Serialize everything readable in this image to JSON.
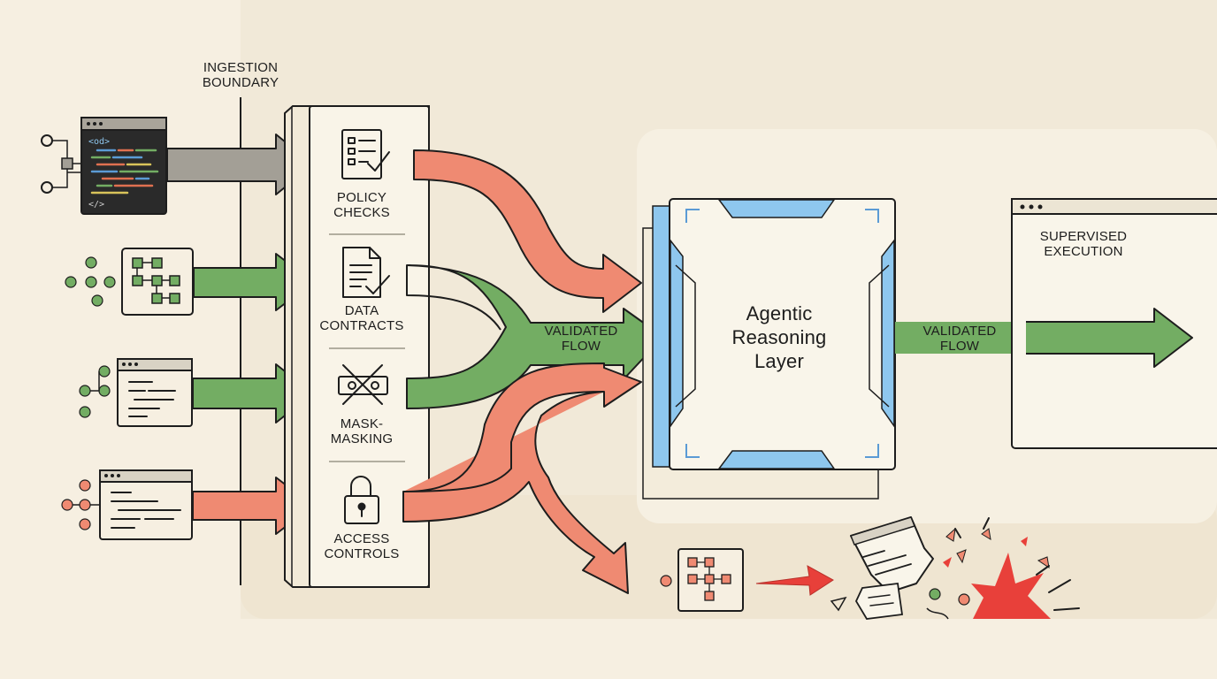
{
  "labels": {
    "ingestion_boundary": [
      "INGESTION",
      "BOUNDARY"
    ],
    "policy_checks": [
      "POLICY",
      "CHECKS"
    ],
    "data_contracts": [
      "DATA",
      "CONTRACTS"
    ],
    "mask_masking": [
      "MASK-",
      "MASKING"
    ],
    "access_controls": [
      "ACCESS",
      "CONTROLS"
    ],
    "validated_flow_1": [
      "VALIDATED",
      "FLOW"
    ],
    "validated_flow_2": [
      "VALIDATED",
      "FLOW"
    ],
    "agentic_reasoning_layer": [
      "Agentic",
      "Reasoning",
      "Layer"
    ],
    "supervised_execution": [
      "SUPERVISED",
      "EXECUTION"
    ],
    "code_open_tag": "<od>",
    "code_close_tag": "</>"
  },
  "colors": {
    "background": "#f6efe1",
    "panel": "#efe6d2",
    "outline": "#1d1d1d",
    "reject_red": "#ef8a72",
    "valid_green": "#73ad63",
    "neutral_gray": "#a39f96",
    "chip_blue": "#8ec7ee",
    "alert_red": "#e8403a"
  }
}
